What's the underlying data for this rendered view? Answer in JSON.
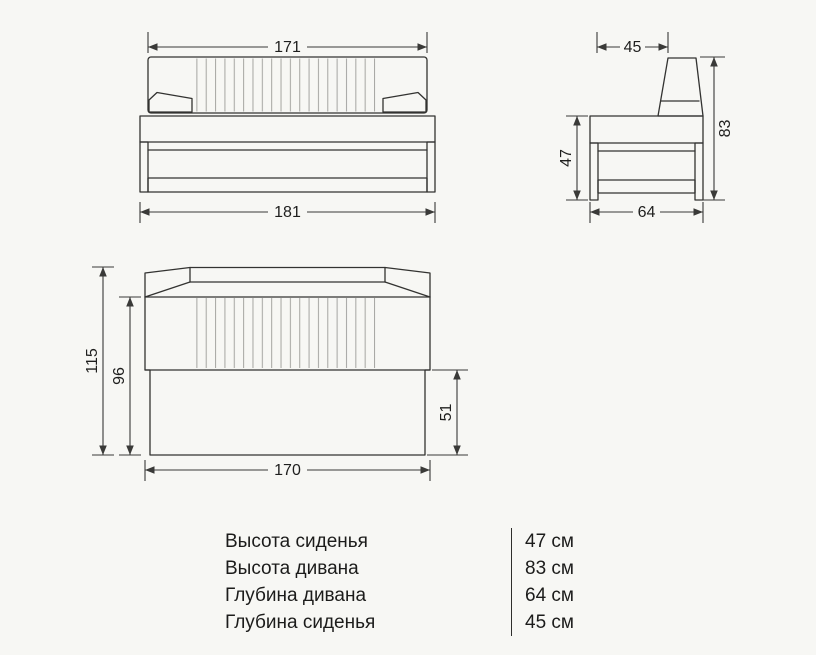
{
  "views": {
    "front": {
      "dim_backrest_width": "171",
      "dim_total_width": "181"
    },
    "side": {
      "dim_seat_depth_top": "45",
      "dim_seat_height": "47",
      "dim_total_height": "83",
      "dim_total_depth": "64"
    },
    "top": {
      "dim_total_depth_plan": "115",
      "dim_inner_depth": "96",
      "dim_front_section_depth": "51",
      "dim_seat_width": "170"
    }
  },
  "spec_table": {
    "rows": [
      {
        "label": "Высота сиденья",
        "value": "47 см"
      },
      {
        "label": "Высота дивана",
        "value": "83 см"
      },
      {
        "label": "Глубина дивана",
        "value": "64 см"
      },
      {
        "label": "Глубина сиденья",
        "value": "45 см"
      }
    ]
  },
  "colors": {
    "line": "#333331",
    "dimension": "#3a3a38",
    "stripe": "#a8a8a5",
    "text": "#1c1c1b",
    "background": "#f7f7f4"
  }
}
